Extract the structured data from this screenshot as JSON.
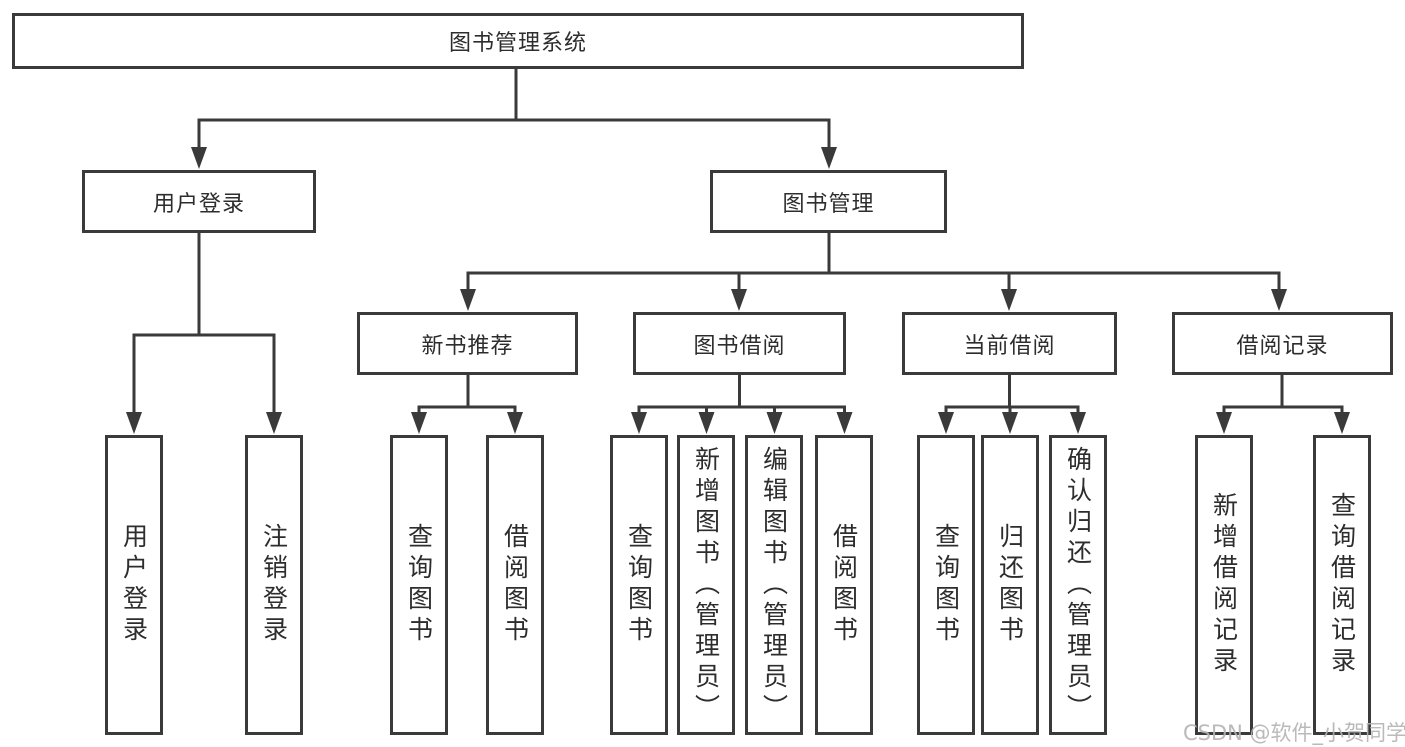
{
  "diagram": {
    "root": {
      "label": "图书管理系统"
    },
    "branches": [
      {
        "label": "用户登录",
        "children": [
          {
            "label": "用户登录"
          },
          {
            "label": "注销登录"
          }
        ]
      },
      {
        "label": "图书管理",
        "children": [
          {
            "label": "新书推荐",
            "children": [
              {
                "label": "查询图书"
              },
              {
                "label": "借阅图书"
              }
            ]
          },
          {
            "label": "图书借阅",
            "children": [
              {
                "label": "查询图书"
              },
              {
                "label": "新增图书（管理员）"
              },
              {
                "label": "编辑图书（管理员）"
              },
              {
                "label": "借阅图书"
              }
            ]
          },
          {
            "label": "当前借阅",
            "children": [
              {
                "label": "查询图书"
              },
              {
                "label": "归还图书"
              },
              {
                "label": "确认归还（管理员）"
              }
            ]
          },
          {
            "label": "借阅记录",
            "children": [
              {
                "label": "新增借阅记录"
              },
              {
                "label": "查询借阅记录"
              }
            ]
          }
        ]
      }
    ]
  },
  "watermark": "CSDN @软件_小贺同学",
  "colors": {
    "line": "#3a3a3a",
    "text": "#2d2d2d",
    "watermark": "#b3b3b3",
    "background": "#ffffff"
  }
}
